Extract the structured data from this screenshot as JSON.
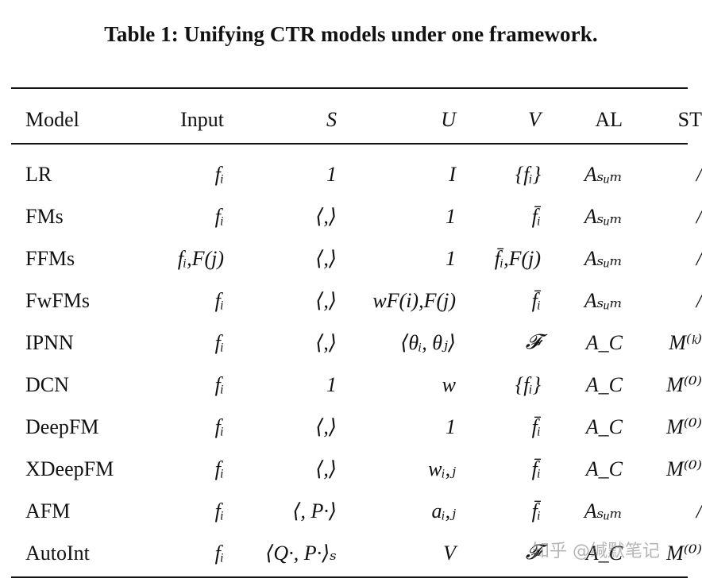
{
  "caption": "Table 1: Unifying CTR models under one framework.",
  "columns": [
    "Model",
    "Input",
    "S",
    "U",
    "V",
    "AL",
    "ST"
  ],
  "rows": [
    {
      "model": "LR",
      "input": "fᵢ",
      "s": "1",
      "u": "I",
      "v": "{fᵢ}",
      "al": "Aₛᵤₘ",
      "st": "/"
    },
    {
      "model": "FMs",
      "input": "fᵢ",
      "s": "⟨,⟩",
      "u": "1",
      "v": "f̄ᵢ",
      "al": "Aₛᵤₘ",
      "st": "/"
    },
    {
      "model": "FFMs",
      "input": "fᵢ,F(j)",
      "s": "⟨,⟩",
      "u": "1",
      "v": "f̄ᵢ,F(j)",
      "al": "Aₛᵤₘ",
      "st": "/"
    },
    {
      "model": "FwFMs",
      "input": "fᵢ",
      "s": "⟨,⟩",
      "u": "wF(i),F(j)",
      "v": "f̄ᵢ",
      "al": "Aₛᵤₘ",
      "st": "/"
    },
    {
      "model": "IPNN",
      "input": "fᵢ",
      "s": "⟨,⟩",
      "u": "⟨θᵢ, θⱼ⟩",
      "v": "𝓕",
      "al": "A_C",
      "st": "M⁽ᵏ⁾"
    },
    {
      "model": "DCN",
      "input": "fᵢ",
      "s": "1",
      "u": "w",
      "v": "{fᵢ}",
      "al": "A_C",
      "st": "M⁽⁰⁾"
    },
    {
      "model": "DeepFM",
      "input": "fᵢ",
      "s": "⟨,⟩",
      "u": "1",
      "v": "f̄ᵢ",
      "al": "A_C",
      "st": "M⁽⁰⁾"
    },
    {
      "model": "XDeepFM",
      "input": "fᵢ",
      "s": "⟨,⟩",
      "u": "wᵢ,ⱼ",
      "v": "f̄ᵢ",
      "al": "A_C",
      "st": "M⁽⁰⁾"
    },
    {
      "model": "AFM",
      "input": "fᵢ",
      "s": "⟨, P·⟩",
      "u": "aᵢ,ⱼ",
      "v": "f̄ᵢ",
      "al": "Aₛᵤₘ",
      "st": "/"
    },
    {
      "model": "AutoInt",
      "input": "fᵢ",
      "s": "⟨Q·, P·⟩ₛ",
      "u": "V",
      "v": "𝓕",
      "al": "A_C",
      "st": "M⁽⁰⁾"
    }
  ],
  "watermark": "知乎 @缄默笔记"
}
